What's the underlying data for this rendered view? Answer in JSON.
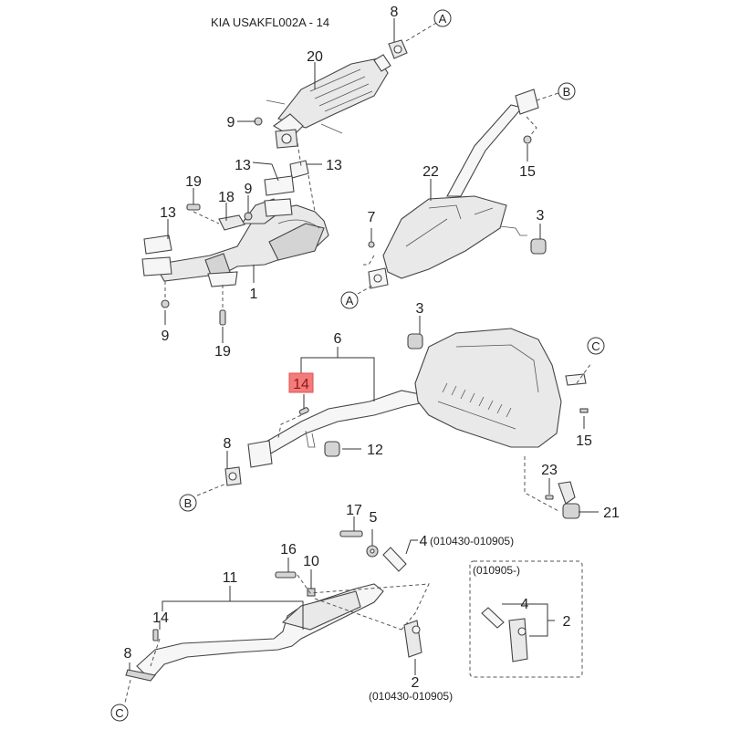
{
  "title": "KIA USAKFL002A - 14",
  "highlight_color": "#f47b7b",
  "connectors": {
    "A": "A",
    "B": "B",
    "C": "C"
  },
  "callouts": {
    "p1": "1",
    "p2_lower": "2",
    "p2_lower_range": "(010430-010905)",
    "p2_box": "2",
    "p3_upper": "3",
    "p3_mid": "3",
    "p4_main": "4",
    "p4_range": "(010430-010905)",
    "p4_box": "4",
    "p5": "5",
    "p6": "6",
    "p7": "7",
    "p8_top": "8",
    "p8_mid": "8",
    "p8_bottom": "8",
    "p9_top": "9",
    "p9_mid": "9",
    "p9_bottom": "9",
    "p10": "10",
    "p11": "11",
    "p12": "12",
    "p13_left": "13",
    "p13_center": "13",
    "p13_right": "13",
    "p14_highlighted": "14",
    "p14_lower": "14",
    "p15_upper": "15",
    "p15_lower": "15",
    "p16": "16",
    "p17": "17",
    "p18": "18",
    "p19_top": "19",
    "p19_bottom": "19",
    "p20": "20",
    "p21": "21",
    "p22": "22",
    "p23": "23"
  },
  "inset_box": {
    "label": "(010905-)"
  }
}
